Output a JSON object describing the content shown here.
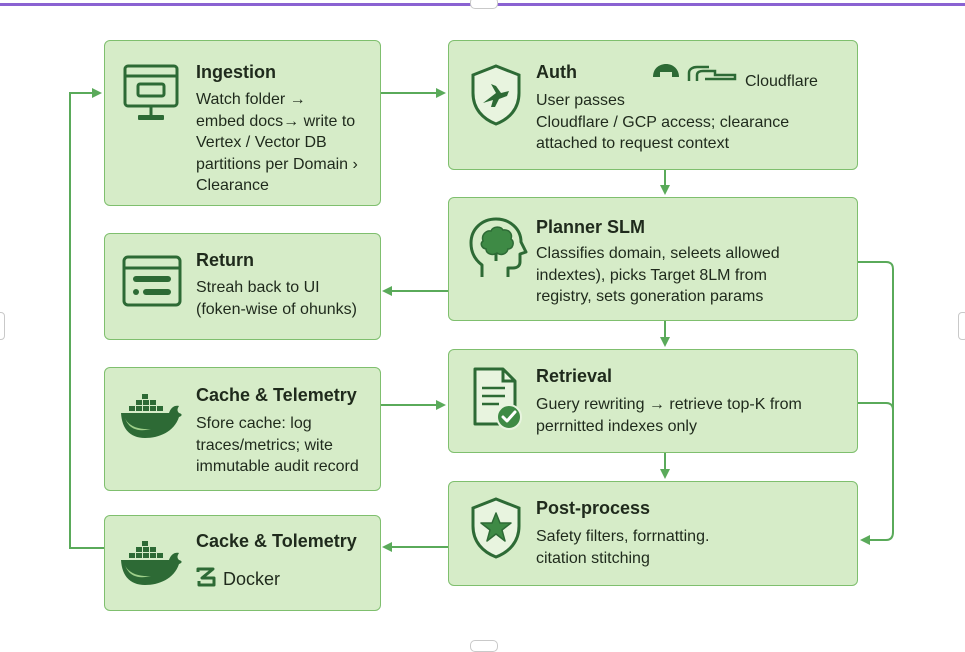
{
  "colors": {
    "box_fill": "#d6ecc8",
    "box_border": "#7fbf6e",
    "arrow": "#5aaa5a",
    "icon_dark": "#2d6a35",
    "icon_mid": "#3e8a45",
    "frame_accent": "#8a62d2"
  },
  "boxes": {
    "ingestion": {
      "icon": "monitor-icon",
      "title": "Ingestion",
      "lines": [
        "Watch folder →",
        "embed docs→ write to",
        "Vertex / Vector DB",
        "partitions per Domain ›",
        "Clearance"
      ]
    },
    "auth": {
      "icon": "shield-plane-icon",
      "title": "Auth",
      "brand": "Cloudflare",
      "lines": [
        "User passes",
        "Cloudflare / GCP access; clearance",
        "attached to request context"
      ]
    },
    "planner": {
      "icon": "head-brain-icon",
      "title": "Planner SLM",
      "lines": [
        "Classifies domain, seleets allowed",
        "indextes), picks Target 8LM from",
        "registry, sets goneration params"
      ]
    },
    "return": {
      "icon": "window-icon",
      "title": "Return",
      "lines": [
        "Streah back to UI",
        "(foken-wise of ohunks)"
      ]
    },
    "cache1": {
      "icon": "docker-whale-icon",
      "title": "Cache & Telemetry",
      "lines": [
        "Sfore cache: log",
        "traces/metrics; wite",
        "immutable audit record"
      ]
    },
    "retrieval": {
      "icon": "document-check-icon",
      "title": "Retrieval",
      "lines": [
        "Guery rewriting → retrieve top-K from",
        "perrnitted indexes only"
      ]
    },
    "postprocess": {
      "icon": "shield-star-icon",
      "title": "Post-process",
      "lines": [
        "Safety filters, forrnatting.",
        "citation stitching"
      ]
    },
    "cache2": {
      "icon": "docker-whale-icon",
      "title": "Cacke & Tolemetry",
      "brand": "Docker"
    }
  }
}
